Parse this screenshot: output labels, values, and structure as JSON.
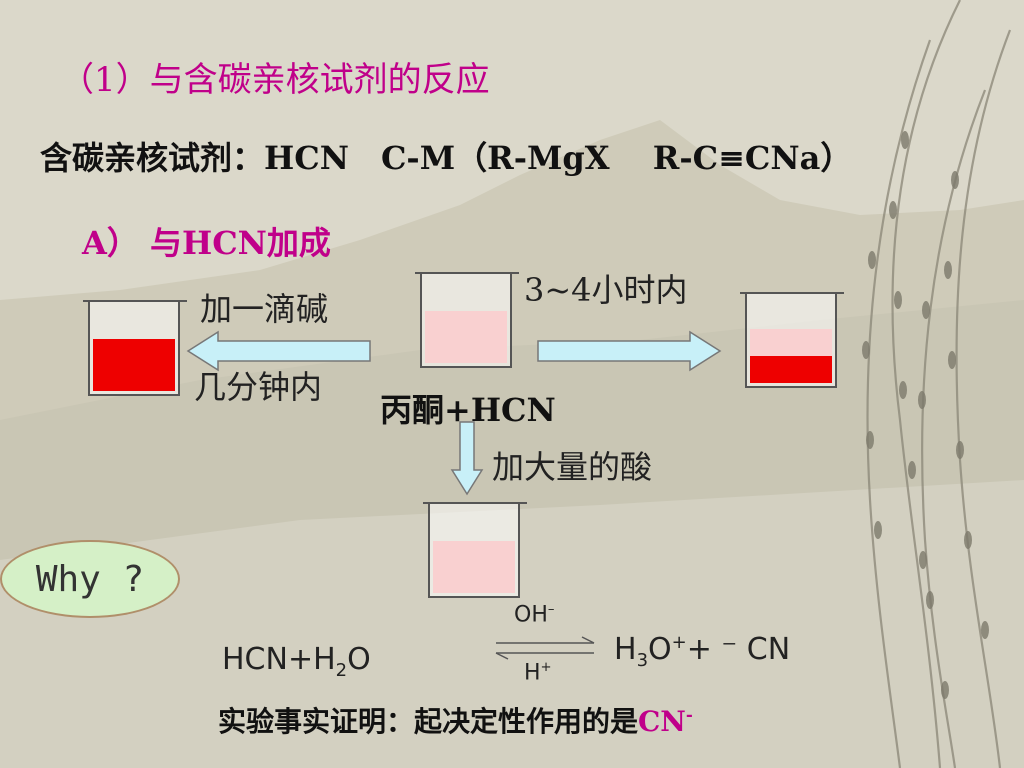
{
  "slide": {
    "title": "（1）与含碳亲核试剂的反应",
    "reagents_line": "含碳亲核试剂：HCN　C-M（R-MgX　 R-C≡CNa）",
    "subsection": "A） 与HCN加成",
    "left_label_top": "加一滴碱",
    "left_label_bottom": "几分钟内",
    "right_label": "3~4小时内",
    "mixture_label": "丙酮+HCN",
    "acid_label": "加大量的酸",
    "why_bubble": "Why ?",
    "equation": {
      "left_hcn": "HCN+H",
      "left_sub": "2",
      "left_o": "O",
      "cond_top": "OH",
      "cond_top_sup": "–",
      "cond_bottom": "H",
      "cond_bottom_sup": "+",
      "right_h": "H",
      "right_sub": "3",
      "right_o": "O",
      "right_plus_sup": "+",
      "right_rest": "+ ⁻ CN"
    },
    "conclusion_prefix": "实验事实证明：起决定性作用的是",
    "conclusion_cn": "CN",
    "conclusion_sup": "-"
  },
  "beakers": {
    "left_fill_level": 0.55,
    "center_fill_level": 0.55,
    "right_pink_level": 0.3,
    "right_red_level": 0.28,
    "bottom_fill_level": 0.55
  },
  "colors": {
    "title_magenta": "#c0008a",
    "red_fill": "#ee0000",
    "pink_fill": "#f9d0d0",
    "arrow_fill": "#c8f0f8",
    "why_bubble_fill": "#d5f0c7"
  }
}
